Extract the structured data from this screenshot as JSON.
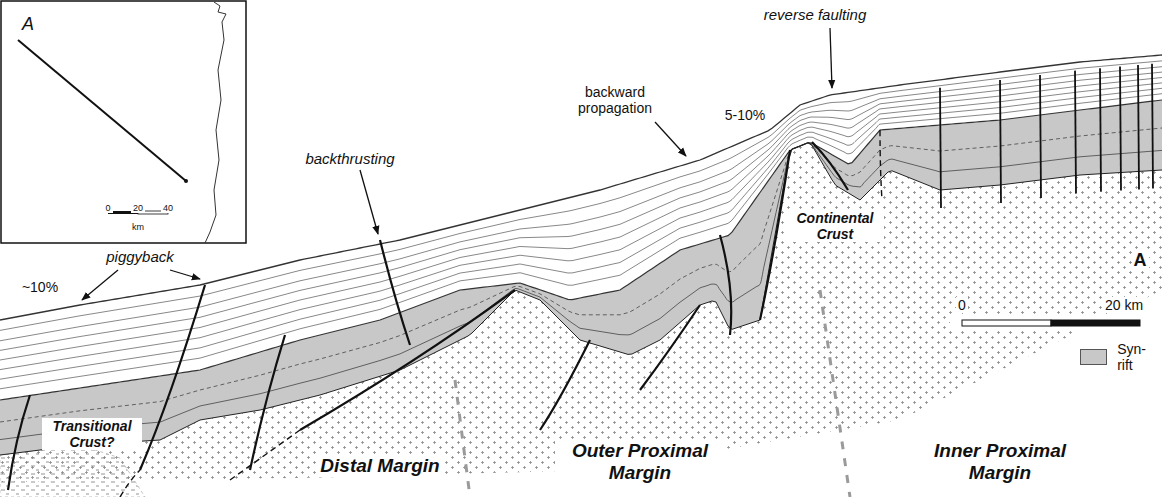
{
  "diagram": {
    "labels": [
      "A",
      "0",
      "20",
      "40",
      "km",
      "~10%",
      "piggyback",
      "backthrusting",
      "backward propagation",
      "5-10%",
      "reverse faulting",
      "Continental Crust",
      "A",
      "0",
      "20 km",
      "Transitional Crust?",
      "Distal Margin",
      "Outer Proximal Margin",
      "Inner Proximal Margin"
    ],
    "legend": [
      {
        "text": "Syn-rift",
        "color": "#c8c8c8"
      }
    ]
  }
}
